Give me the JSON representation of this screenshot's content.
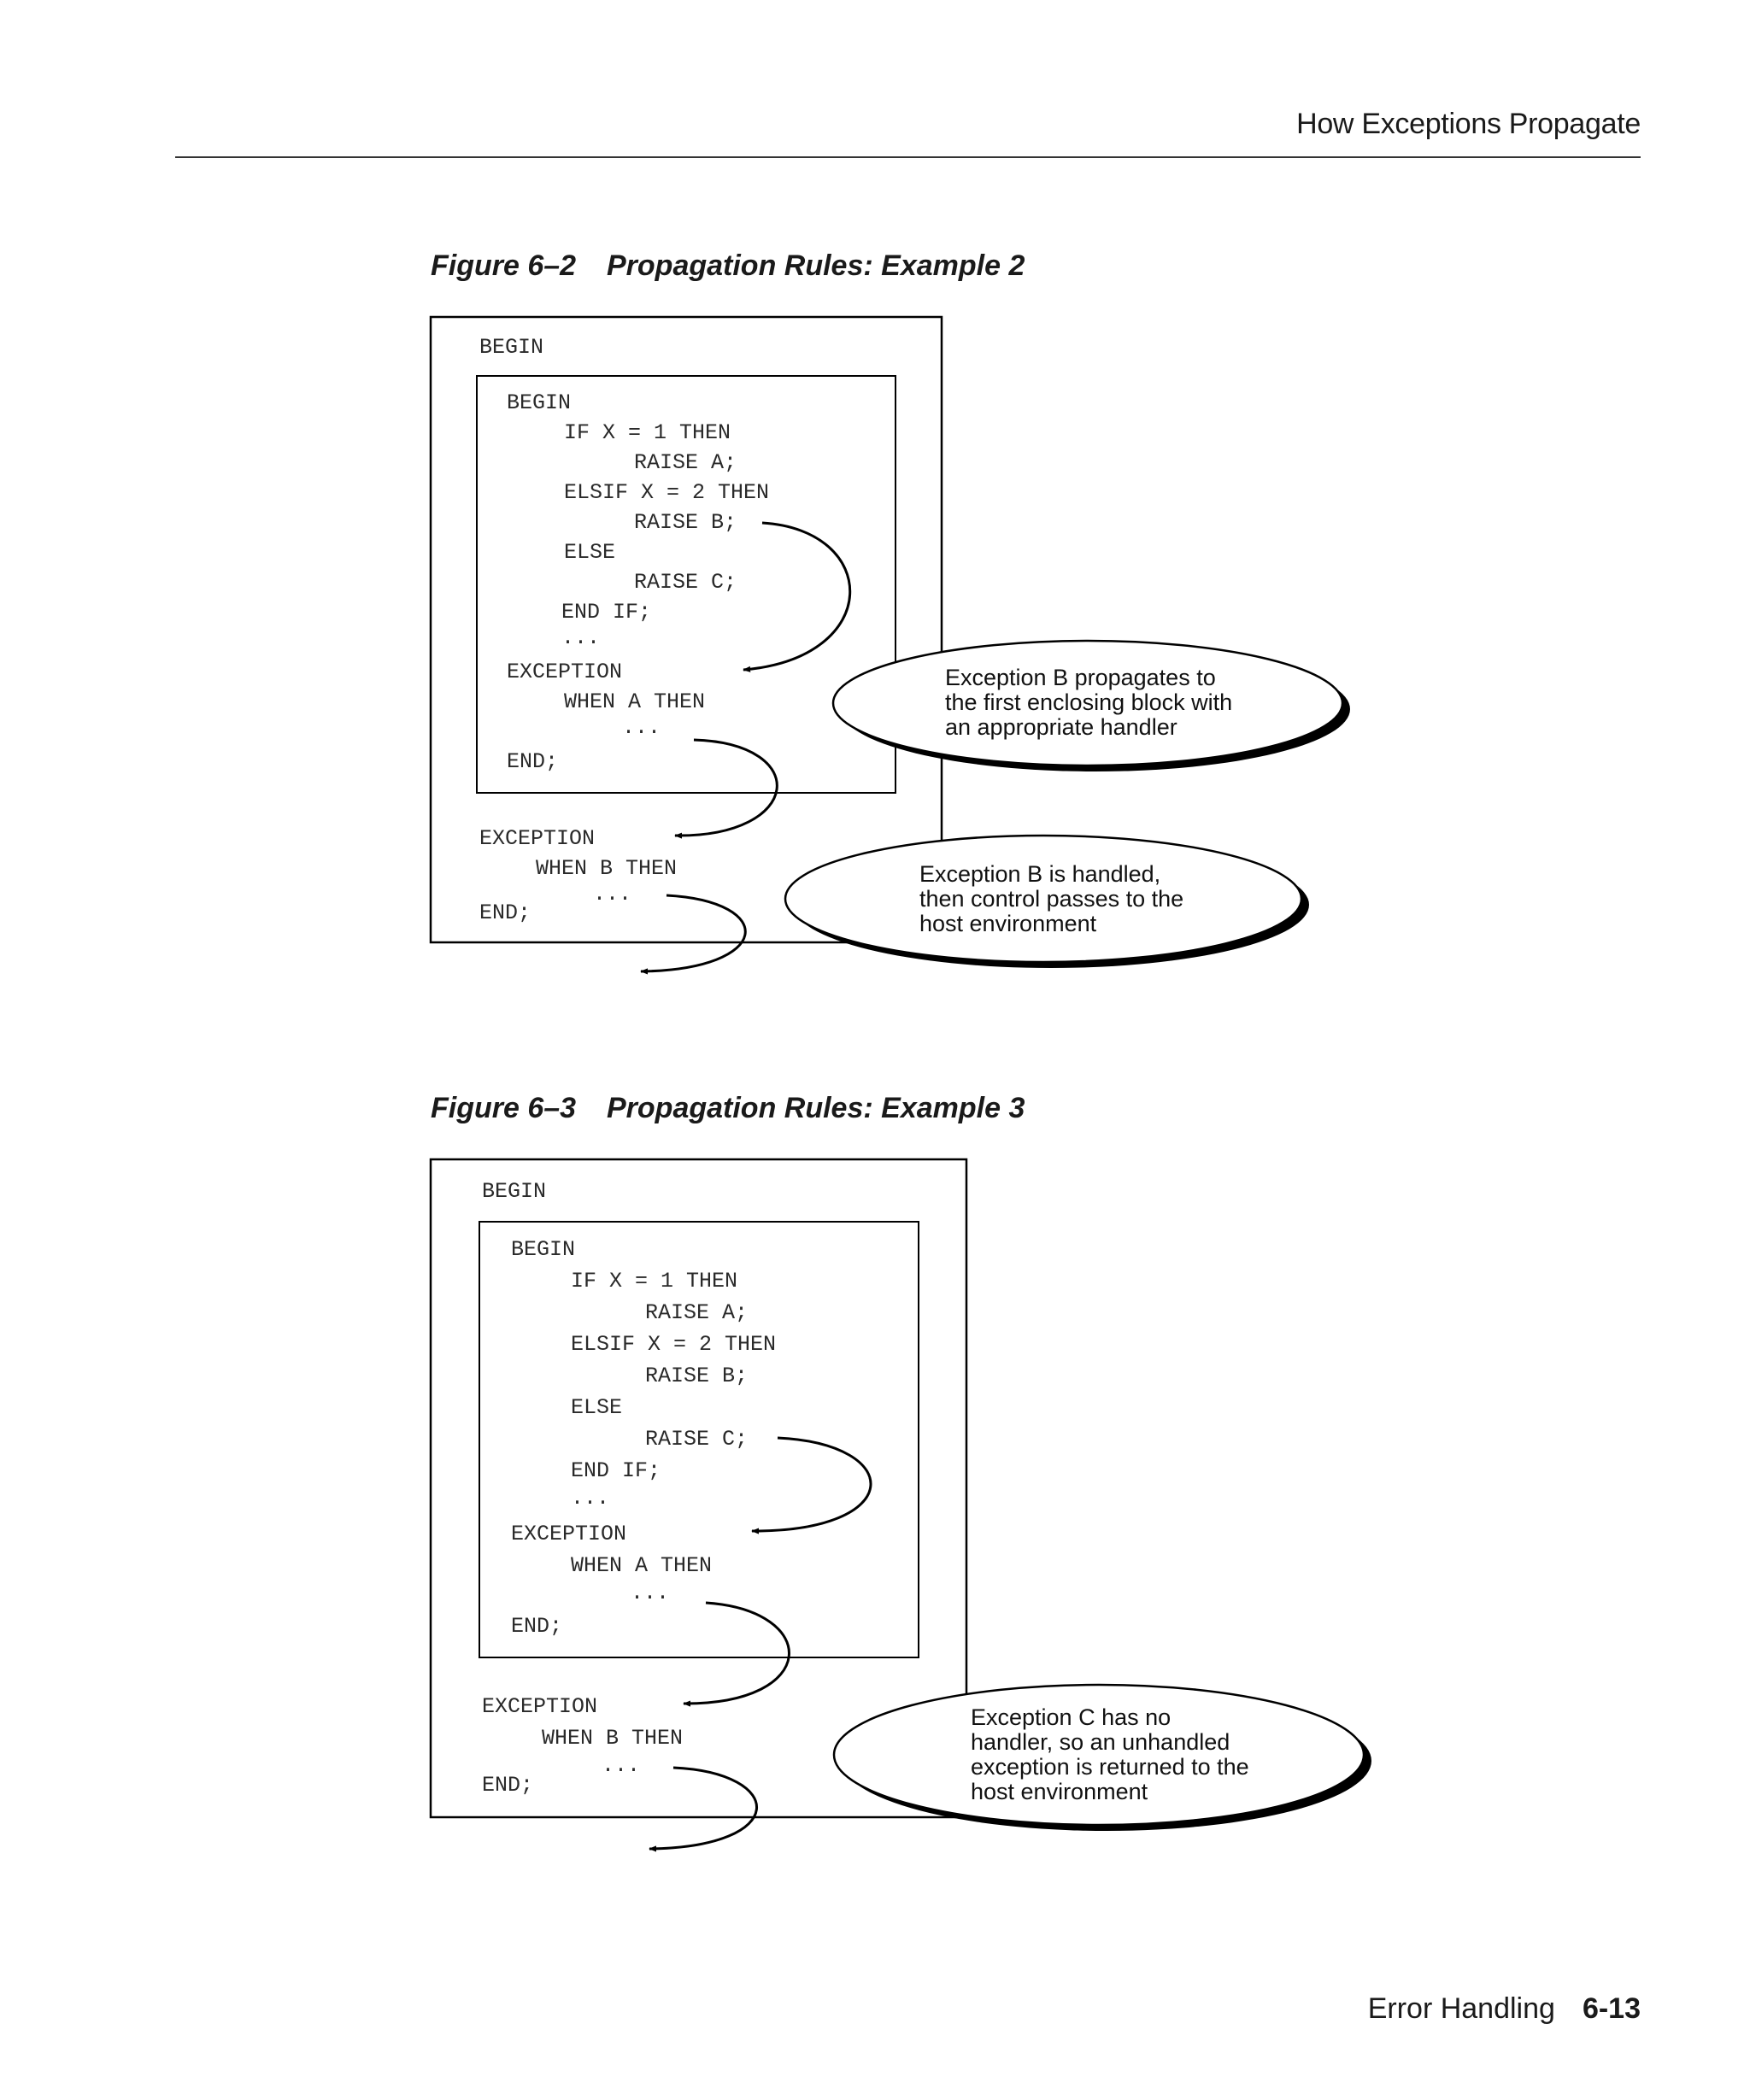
{
  "header": {
    "title": "How Exceptions Propagate"
  },
  "figures": [
    {
      "number": "Figure 6–2",
      "title": "Propagation Rules: Example 2",
      "outer_begin": "BEGIN",
      "inner_lines": [
        "BEGIN",
        "IF X = 1 THEN",
        "RAISE A;",
        "ELSIF X = 2 THEN",
        "RAISE B;",
        "ELSE",
        "RAISE C;",
        "END IF;",
        "...",
        "EXCEPTION",
        "WHEN A THEN",
        "...",
        "END;"
      ],
      "outer_lines": [
        "EXCEPTION",
        "WHEN B THEN",
        "...",
        "END;"
      ],
      "callouts": [
        [
          "Exception B propagates to",
          "the first enclosing block with",
          "an appropriate handler"
        ],
        [
          "Exception B is handled,",
          "then control passes to the",
          "host environment"
        ]
      ]
    },
    {
      "number": "Figure 6–3",
      "title": "Propagation Rules: Example 3",
      "outer_begin": "BEGIN",
      "inner_lines": [
        "BEGIN",
        "IF X = 1 THEN",
        "RAISE A;",
        "ELSIF X = 2 THEN",
        "RAISE B;",
        "ELSE",
        "RAISE C;",
        "END IF;",
        "...",
        "EXCEPTION",
        "WHEN A THEN",
        "...",
        "END;"
      ],
      "outer_lines": [
        "EXCEPTION",
        "WHEN B THEN",
        "...",
        "END;"
      ],
      "callouts": [
        [
          "Exception C has no",
          "handler, so an unhandled",
          "exception is returned to the",
          "host environment"
        ]
      ]
    }
  ],
  "footer": {
    "section": "Error Handling",
    "page": "6-13"
  }
}
